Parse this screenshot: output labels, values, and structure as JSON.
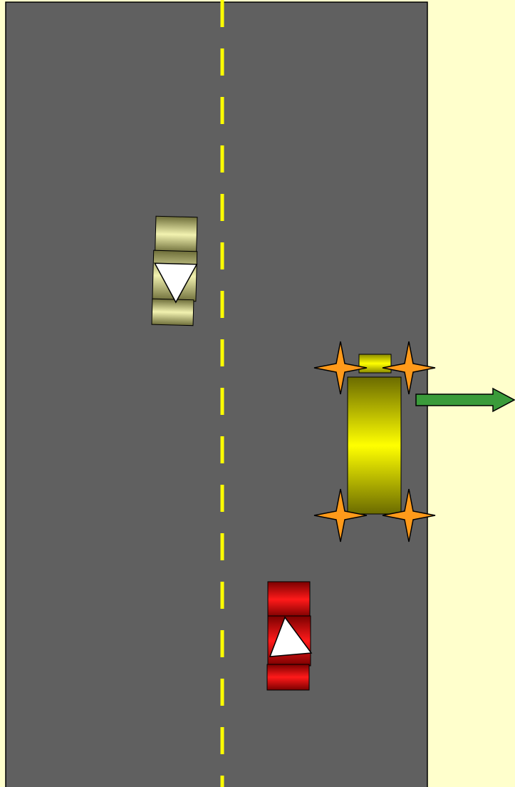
{
  "scene": {
    "background_color": "#ffffcc",
    "road_color": "#606060",
    "lane_line_color": "#ffff00",
    "lane_line_style": "dashed"
  },
  "vehicles": [
    {
      "id": "olive-car",
      "type": "car",
      "color": "#b8b880",
      "direction": "down",
      "lane": "left"
    },
    {
      "id": "yellow-truck",
      "type": "truck",
      "color": "#ffff00",
      "hazard_lights": true,
      "turning": "right",
      "lane": "right"
    },
    {
      "id": "red-car",
      "type": "car",
      "color": "#ff0000",
      "direction": "up",
      "lane": "right"
    }
  ],
  "arrow": {
    "color": "#3a9b3a",
    "icon": "arrow-right-icon"
  }
}
